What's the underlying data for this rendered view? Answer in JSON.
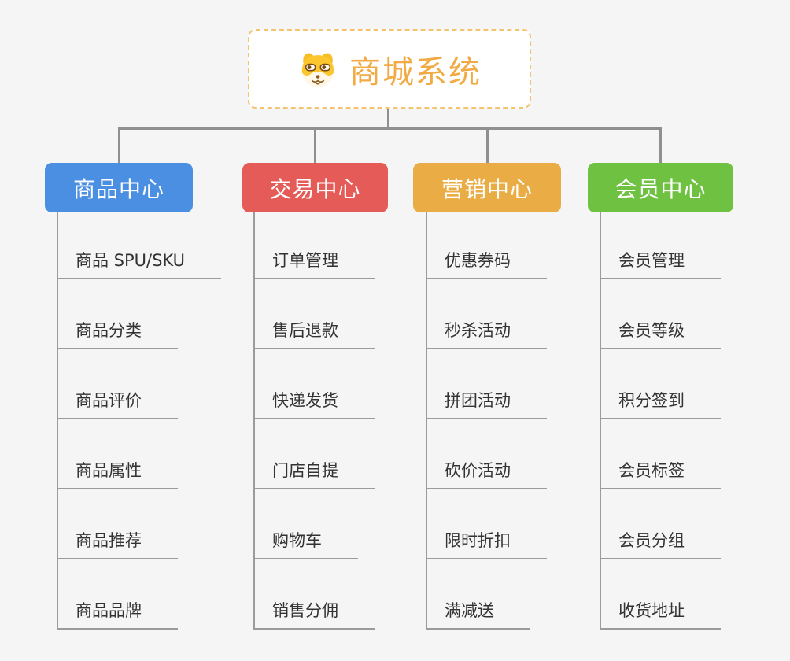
{
  "root": {
    "title": "商城系统",
    "icon": "dog-face-icon",
    "accent_color": "#F2AB44"
  },
  "branches": [
    {
      "label": "商品中心",
      "color": "#4B8FE2",
      "items": [
        "商品 SPU/SKU",
        "商品分类",
        "商品评价",
        "商品属性",
        "商品推荐",
        "商品品牌"
      ]
    },
    {
      "label": "交易中心",
      "color": "#E45B58",
      "items": [
        "订单管理",
        "售后退款",
        "快递发货",
        "门店自提",
        "购物车",
        "销售分佣"
      ]
    },
    {
      "label": "营销中心",
      "color": "#EAAD45",
      "items": [
        "优惠券码",
        "秒杀活动",
        "拼团活动",
        "砍价活动",
        "限时折扣",
        "满减送"
      ]
    },
    {
      "label": "会员中心",
      "color": "#6FC142",
      "items": [
        "会员管理",
        "会员等级",
        "积分签到",
        "会员标签",
        "会员分组",
        "收货地址"
      ]
    }
  ]
}
